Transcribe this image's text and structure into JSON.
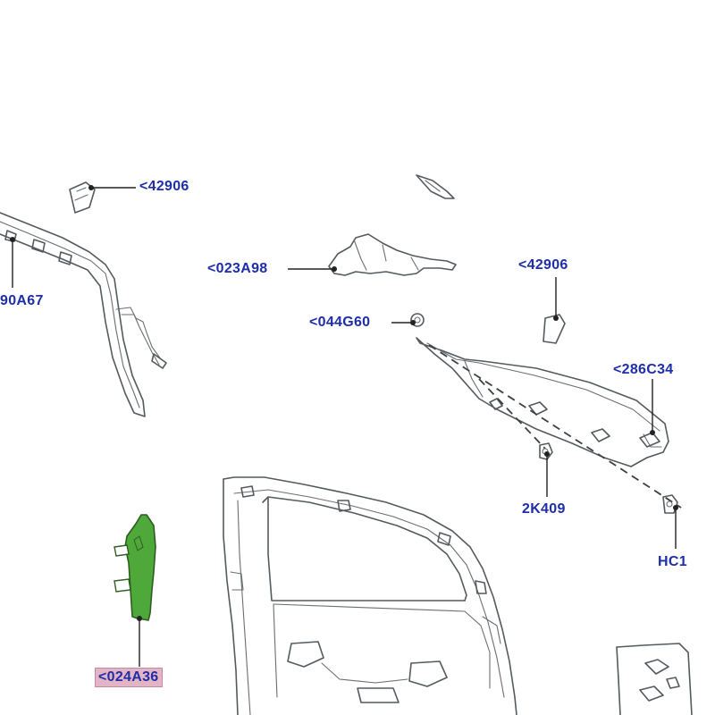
{
  "callouts": {
    "c_42906_top": "<42906",
    "c_90A67": "90A67",
    "c_023A98": "<023A98",
    "c_044G60": "<044G60",
    "c_42906_right": "<42906",
    "c_286C34": "<286C34",
    "c_2K409": "2K409",
    "c_HC1": "HC1",
    "c_024A36": "<024A36"
  },
  "colors": {
    "label": "#1e2ea8",
    "highlight_part": "#4fa83a",
    "highlight_label_bg": "#e2b4c6",
    "line": "#555a5e"
  }
}
